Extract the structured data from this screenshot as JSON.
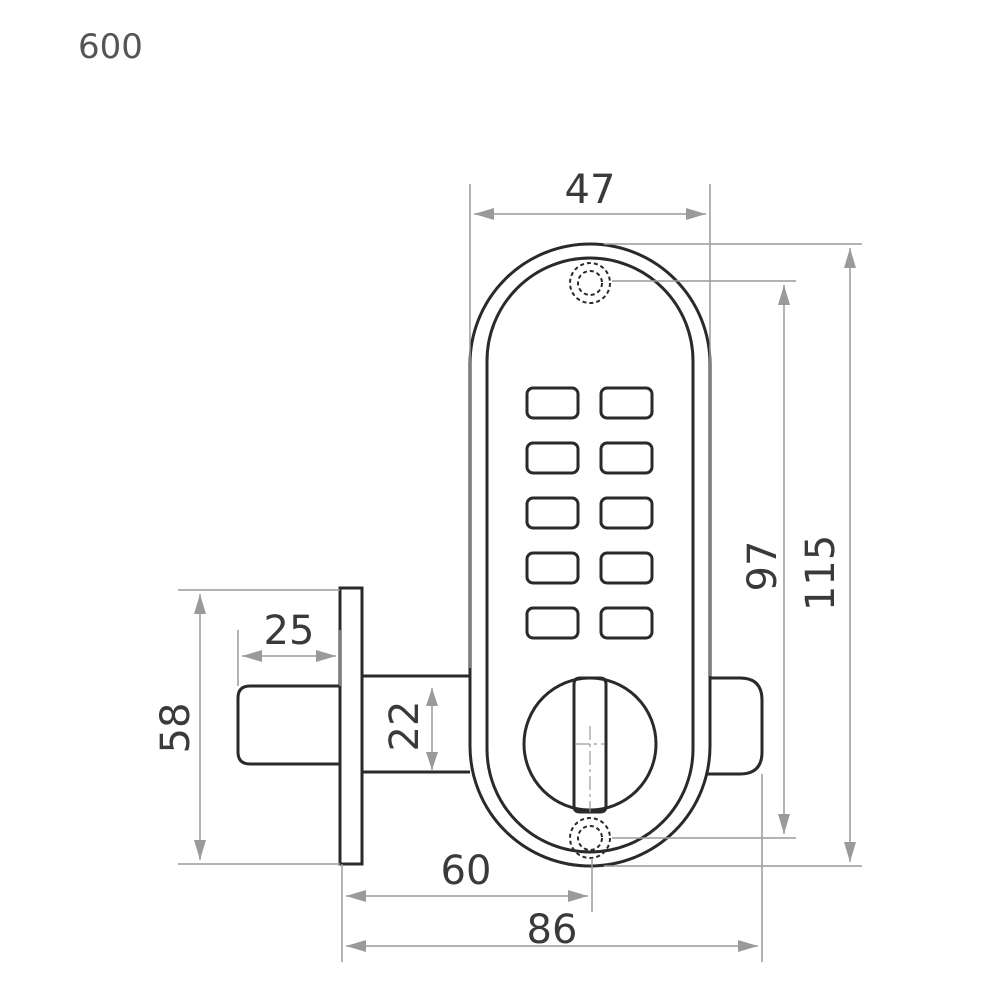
{
  "model": "600",
  "dimensions": {
    "width_top": "47",
    "height_inner": "97",
    "height_total": "115",
    "rose_height": "58",
    "bolt_length": "25",
    "bolt_height": "22",
    "backset": "60",
    "total_depth": "86"
  },
  "keypad": {
    "rows": 5,
    "columns": 2
  }
}
